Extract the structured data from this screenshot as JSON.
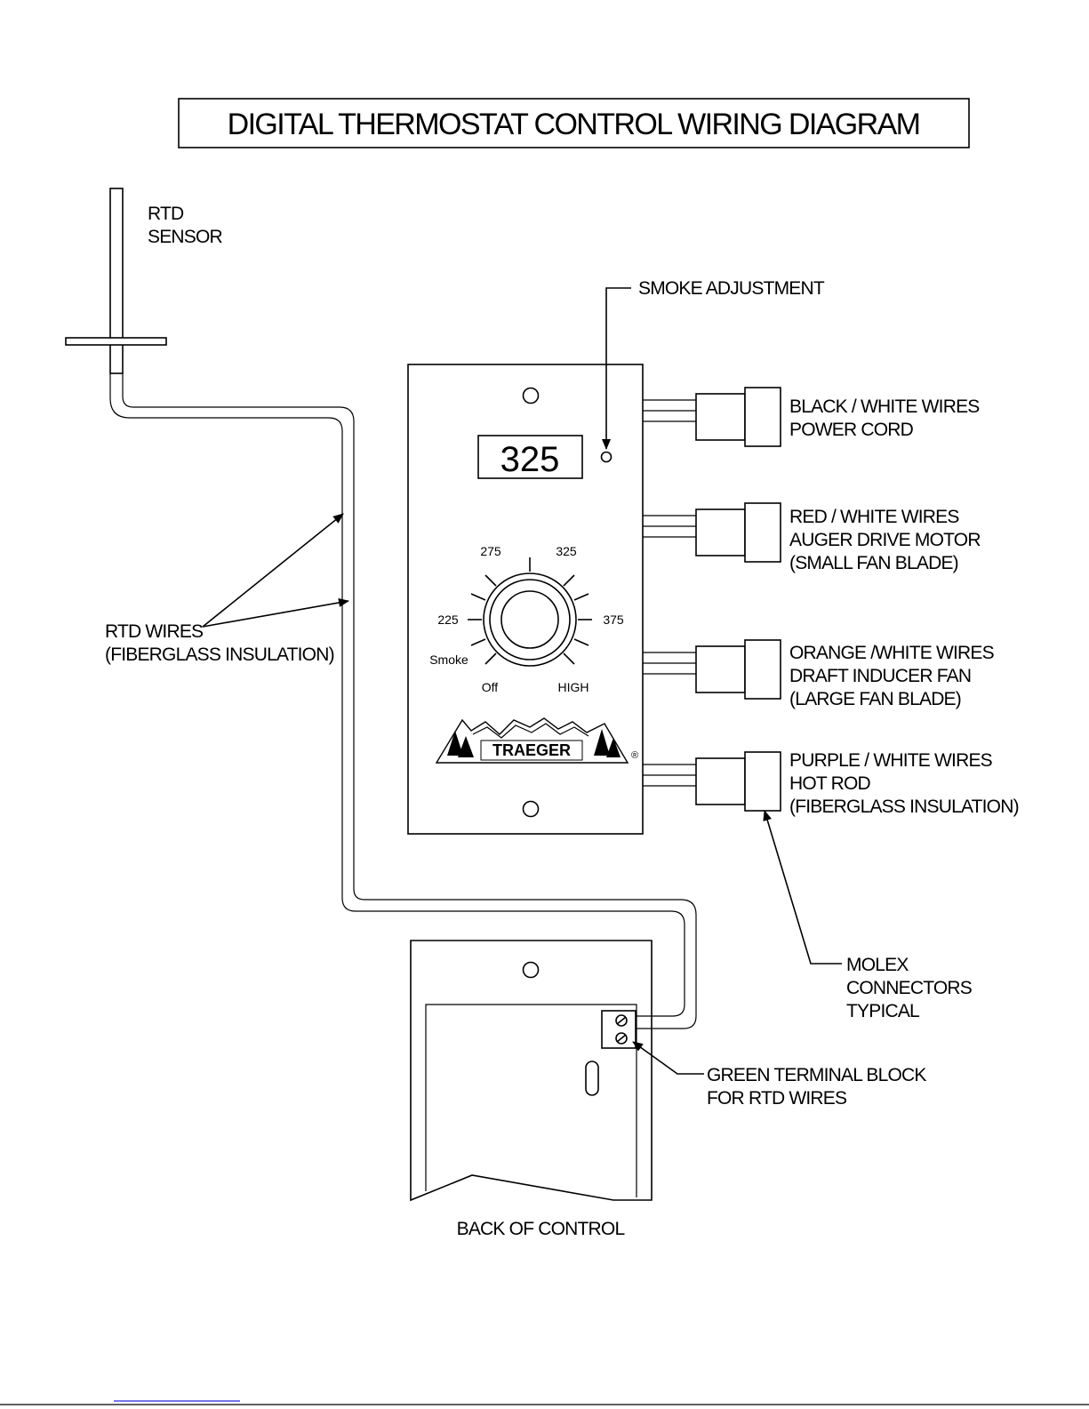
{
  "title": "DIGITAL THERMOSTAT CONTROL WIRING DIAGRAM",
  "display_value": "325",
  "dial": {
    "labels": [
      "275",
      "325",
      "225",
      "375",
      "Smoke",
      "Off",
      "HIGH"
    ]
  },
  "logo": {
    "brand": "TRAEGER",
    "mark": "®"
  },
  "labels": {
    "rtd_sensor": [
      "RTD",
      "SENSOR"
    ],
    "smoke_adjustment": "SMOKE ADJUSTMENT",
    "rtd_wires": [
      "RTD WIRES",
      "(FIBERGLASS INSULATION)"
    ],
    "power": [
      "BLACK / WHITE WIRES",
      "POWER CORD"
    ],
    "auger": [
      "RED / WHITE WIRES",
      "AUGER DRIVE MOTOR",
      "(SMALL FAN BLADE)"
    ],
    "inducer": [
      "ORANGE /WHITE WIRES",
      "DRAFT INDUCER FAN",
      "(LARGE FAN BLADE)"
    ],
    "hotrod": [
      "PURPLE / WHITE WIRES",
      "HOT ROD",
      "(FIBERGLASS INSULATION)"
    ],
    "molex": [
      "MOLEX",
      "CONNECTORS",
      "TYPICAL"
    ],
    "terminal": [
      "GREEN TERMINAL BLOCK",
      "FOR RTD WIRES"
    ],
    "back": "BACK OF CONTROL"
  },
  "colors": {
    "line": "#000000",
    "footer_link": "#4a4ae6"
  }
}
